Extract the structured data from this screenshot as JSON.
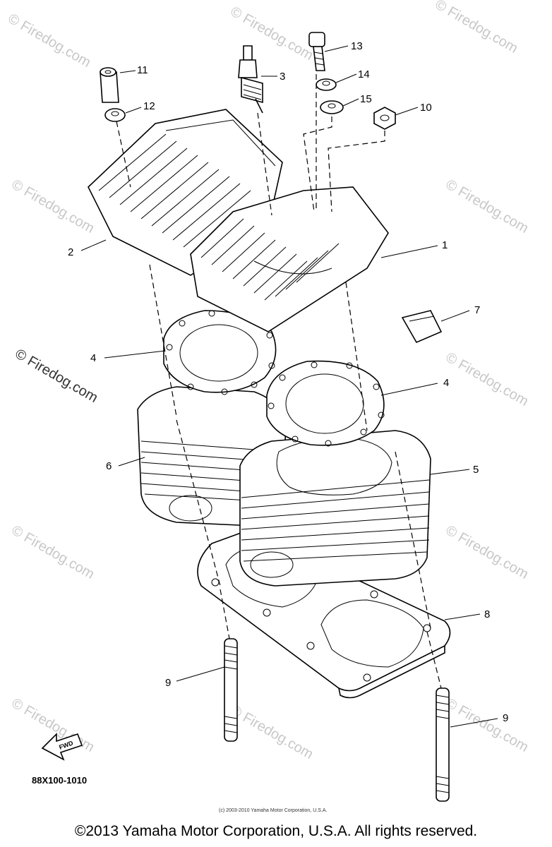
{
  "watermark_text": "© Firedog.com",
  "ghost_text": "Yamaha Motor Corporation",
  "callouts": {
    "c1": "1",
    "c2": "2",
    "c3": "3",
    "c4a": "4",
    "c4b": "4",
    "c5": "5",
    "c6": "6",
    "c7": "7",
    "c8": "8",
    "c9a": "9",
    "c9b": "9",
    "c10": "10",
    "c11": "11",
    "c12": "12",
    "c13": "13",
    "c14": "14",
    "c15": "15"
  },
  "fwd_label": "FWD",
  "diagram_code": "88X100-1010",
  "small_copyright": "(c) 2003-2010 Yamaha Motor Corporation, U.S.A.",
  "copyright": "©2013 Yamaha Motor Corporation, U.S.A. All rights reserved."
}
